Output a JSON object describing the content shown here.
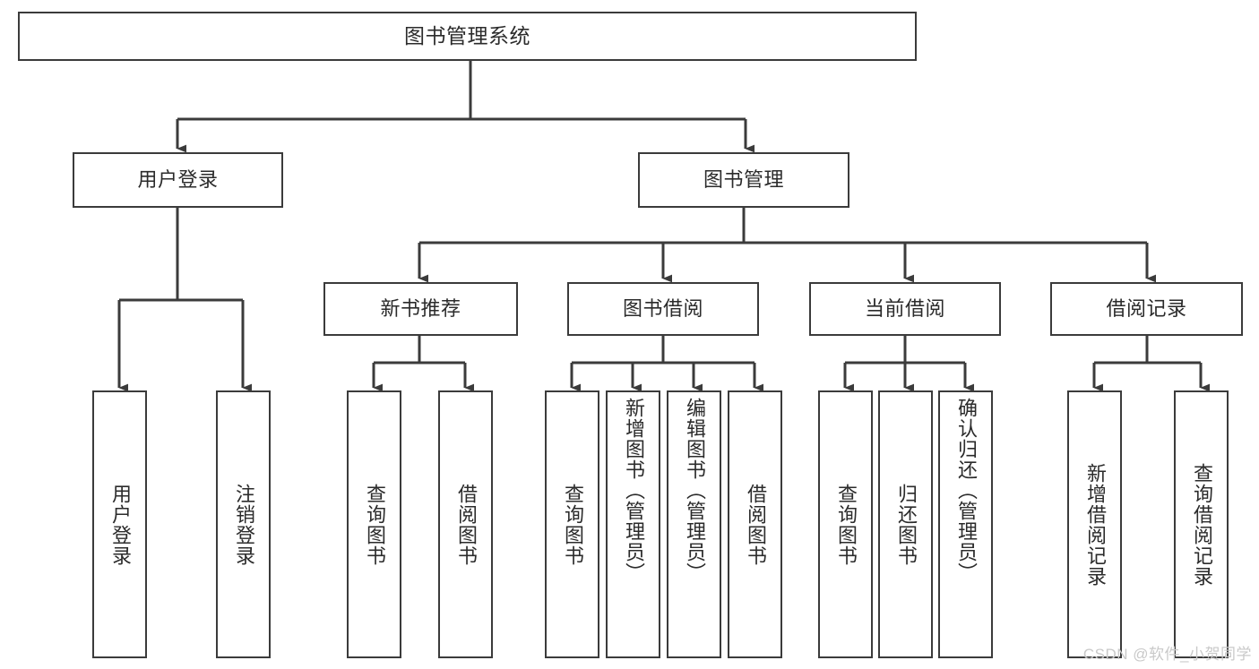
{
  "diagram": {
    "title": "图书管理系统",
    "type": "tree",
    "colors": {
      "box_border": "#3b3b3b",
      "box_fill": "#ffffff",
      "edge": "#3b3b3b",
      "text": "#2b2b2b",
      "background": "#ffffff",
      "watermark": "#c9c9c9"
    },
    "nodes": {
      "root": {
        "label": "图书管理系统"
      },
      "level2": [
        {
          "id": "user_login",
          "label": "用户登录"
        },
        {
          "id": "book_manage",
          "label": "图书管理"
        }
      ],
      "level3": [
        {
          "id": "new_book_rec",
          "label": "新书推荐"
        },
        {
          "id": "book_borrow",
          "label": "图书借阅"
        },
        {
          "id": "current_borrow",
          "label": "当前借阅"
        },
        {
          "id": "borrow_record",
          "label": "借阅记录"
        }
      ],
      "leaves": [
        {
          "id": "leaf_user_login",
          "label": "用户登录",
          "parent": "user_login"
        },
        {
          "id": "leaf_user_logout",
          "label": "注销登录",
          "parent": "user_login"
        },
        {
          "id": "leaf_query_book_1",
          "label": "查询图书",
          "parent": "new_book_rec"
        },
        {
          "id": "leaf_borrow_book_1",
          "label": "借阅图书",
          "parent": "new_book_rec"
        },
        {
          "id": "leaf_query_book_2",
          "label": "查询图书",
          "parent": "book_borrow"
        },
        {
          "id": "leaf_add_book",
          "label": "新增图书（管理员）",
          "parent": "book_borrow"
        },
        {
          "id": "leaf_edit_book",
          "label": "编辑图书（管理员）",
          "parent": "book_borrow"
        },
        {
          "id": "leaf_borrow_book_2",
          "label": "借阅图书",
          "parent": "book_borrow"
        },
        {
          "id": "leaf_query_book_3",
          "label": "查询图书",
          "parent": "current_borrow"
        },
        {
          "id": "leaf_return_book",
          "label": "归还图书",
          "parent": "current_borrow"
        },
        {
          "id": "leaf_confirm_return",
          "label": "确认归还（管理员）",
          "parent": "current_borrow"
        },
        {
          "id": "leaf_add_record",
          "label": "新增借阅记录",
          "parent": "borrow_record"
        },
        {
          "id": "leaf_query_record",
          "label": "查询借阅记录",
          "parent": "borrow_record"
        }
      ]
    },
    "watermark": "CSDN @软件_小贺同学"
  }
}
